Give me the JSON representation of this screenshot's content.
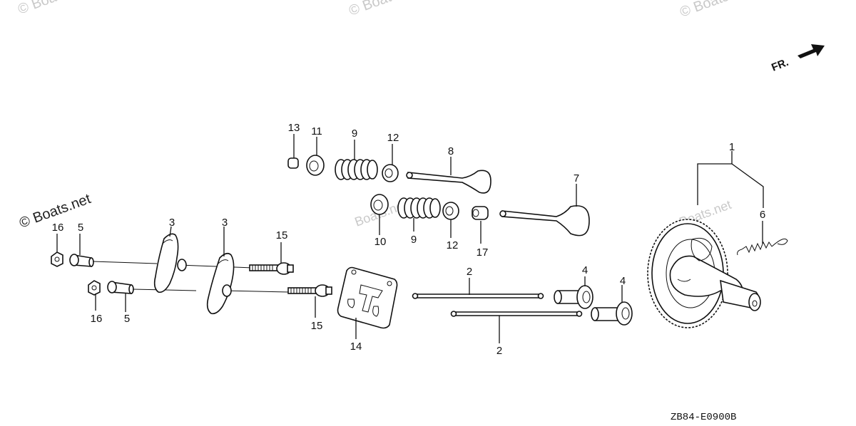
{
  "watermarks": [
    "© Boats",
    "© Boats",
    "© Boats",
    "© Boats.net",
    "Boats.net",
    "Boats.net"
  ],
  "direction_label": "FR.",
  "drawing_code": "ZB84-E0900B",
  "callouts": [
    "1",
    "2",
    "2",
    "3",
    "3",
    "4",
    "4",
    "5",
    "5",
    "6",
    "7",
    "8",
    "9",
    "9",
    "10",
    "11",
    "12",
    "12",
    "13",
    "14",
    "15",
    "15",
    "16",
    "16",
    "17"
  ]
}
